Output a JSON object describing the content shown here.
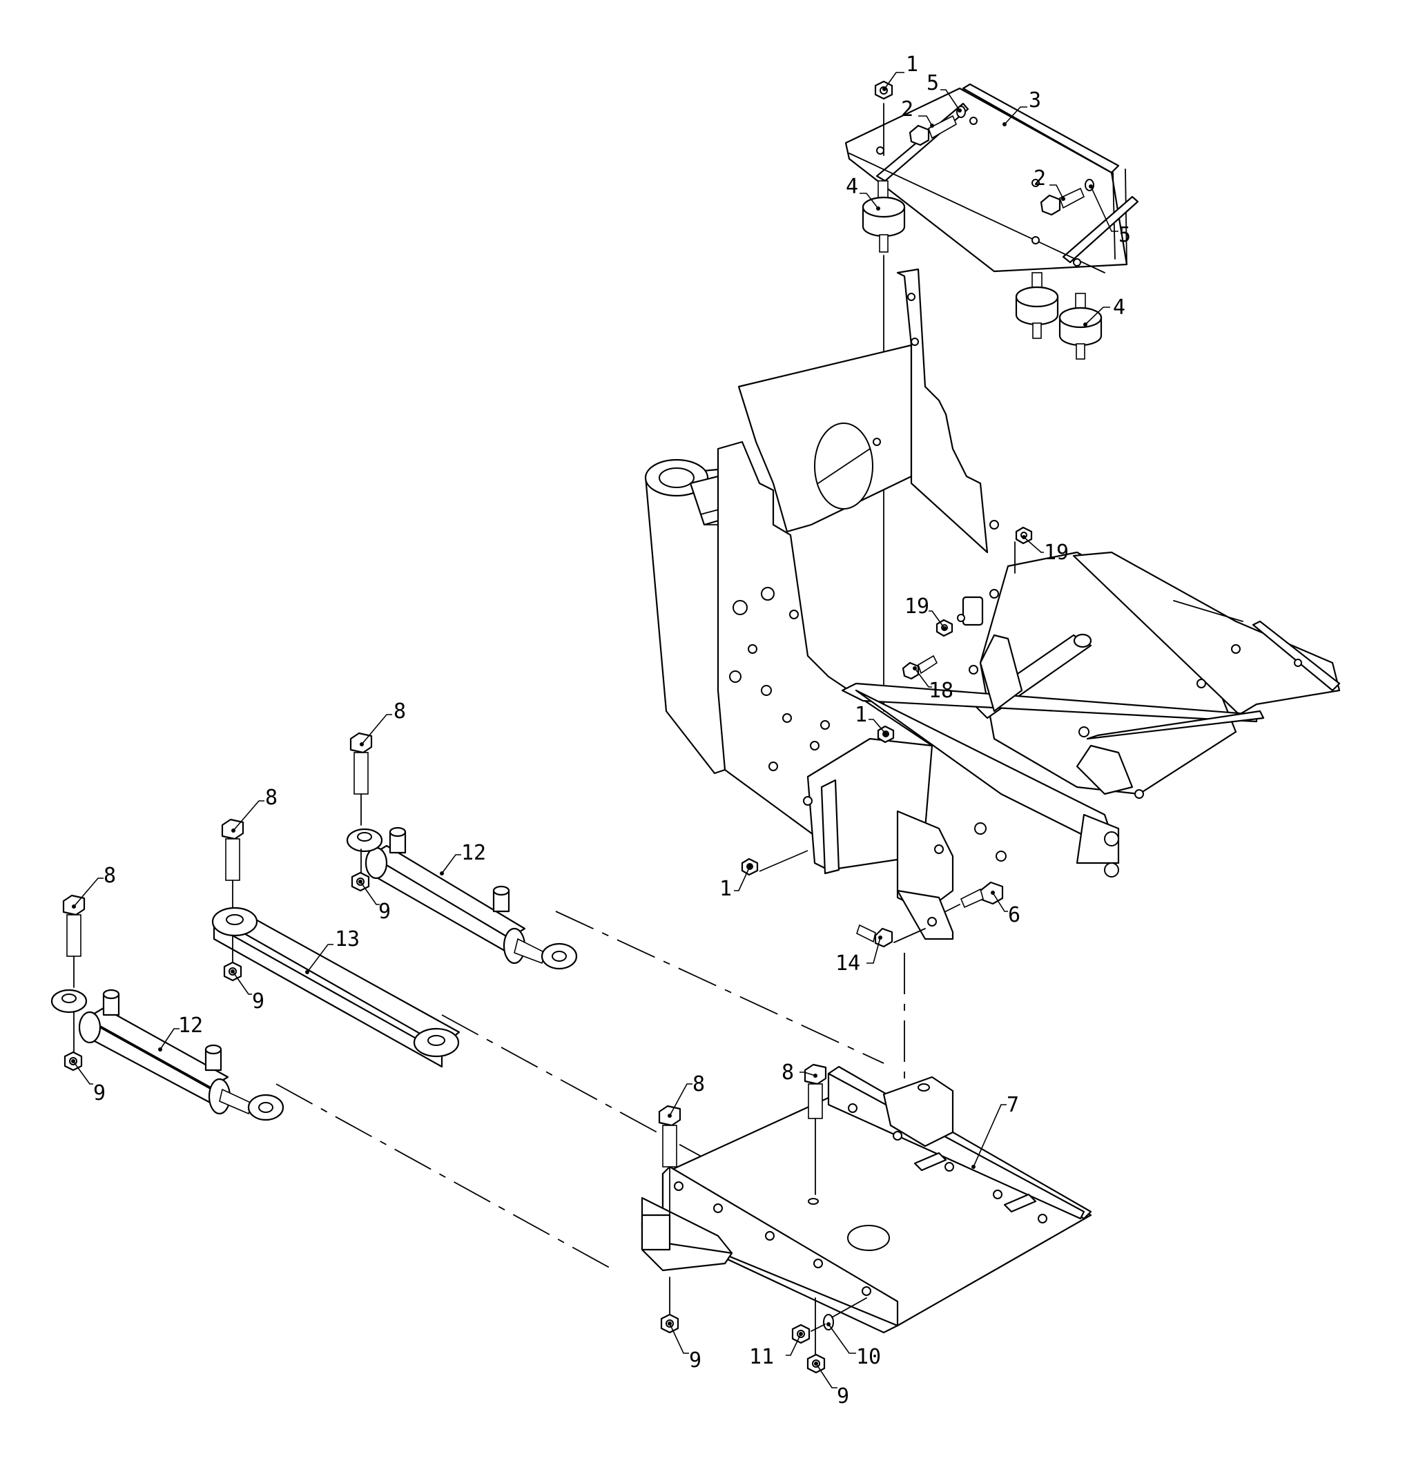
{
  "callouts": [
    {
      "id": "c1a",
      "label": "1"
    },
    {
      "id": "c2a",
      "label": "2"
    },
    {
      "id": "c5a",
      "label": "5"
    },
    {
      "id": "c3",
      "label": "3"
    },
    {
      "id": "c4a",
      "label": "4"
    },
    {
      "id": "c2b",
      "label": "2"
    },
    {
      "id": "c5b",
      "label": "5"
    },
    {
      "id": "c4b",
      "label": "4"
    },
    {
      "id": "c19a",
      "label": "19"
    },
    {
      "id": "c19b",
      "label": "19"
    },
    {
      "id": "c18",
      "label": "18"
    },
    {
      "id": "c1b",
      "label": "1"
    },
    {
      "id": "c1c",
      "label": "1"
    },
    {
      "id": "c6",
      "label": "6"
    },
    {
      "id": "c14",
      "label": "14"
    },
    {
      "id": "c8a",
      "label": "8"
    },
    {
      "id": "c12a",
      "label": "12"
    },
    {
      "id": "c9a",
      "label": "9"
    },
    {
      "id": "c8b",
      "label": "8"
    },
    {
      "id": "c13",
      "label": "13"
    },
    {
      "id": "c9b",
      "label": "9"
    },
    {
      "id": "c8c",
      "label": "8"
    },
    {
      "id": "c12b",
      "label": "12"
    },
    {
      "id": "c9c",
      "label": "9"
    },
    {
      "id": "c8d",
      "label": "8"
    },
    {
      "id": "c8e",
      "label": "8"
    },
    {
      "id": "c7",
      "label": "7"
    },
    {
      "id": "c9d",
      "label": "9"
    },
    {
      "id": "c11",
      "label": "11"
    },
    {
      "id": "c10",
      "label": "10"
    },
    {
      "id": "c9e",
      "label": "9"
    }
  ]
}
